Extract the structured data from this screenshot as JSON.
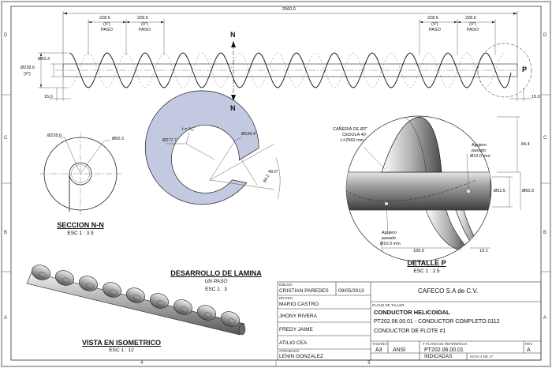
{
  "border": {
    "rows_left": [
      "D",
      "C",
      "B",
      "A"
    ],
    "rows_right": [
      "D",
      "C",
      "B",
      "A"
    ],
    "cols_bottom": [
      "4",
      "3"
    ]
  },
  "side_view": {
    "overall_length": "2560.0",
    "pitch_value": "228.6",
    "pitch_inch": "(9\")",
    "pitch_label": "PASO",
    "dia_outer": "Ø228.6",
    "dia_outer_inch": "(9\")",
    "dia_pipe": "Ø60.3",
    "end_offset_left": "15.0",
    "end_offset_right": "15.0",
    "section_mark": "N",
    "detail_mark": "P"
  },
  "section_nn": {
    "title": "SECCION N-N",
    "scale": "ESC 1 : 3.5",
    "dia_outer": "Ø228.6",
    "dia_pipe": "Ø60.3"
  },
  "flat_pattern": {
    "title": "DESARROLLO DE LAMINA",
    "subtitle": "UN PASO",
    "scale": "ESC 1 : 3",
    "thickness": "t = ³⁄₁₆\"",
    "dia_outer": "Ø277.7",
    "dia_inner": "Ø109.4",
    "gap": "84.2",
    "angle": "49.0°"
  },
  "detail_p": {
    "title": "DETALLE  P",
    "scale": "ESC 1 : 2.5",
    "pipe_note_1": "CAÑERIA DE Ø2\"",
    "pipe_note_2": "CEDULA 40",
    "pipe_note_3": "L=2560 mm",
    "hole_note_top_1": "Agujero",
    "hole_note_top_2": "pasado",
    "hole_note_top_3": "Ø10.0 mm",
    "hole_note_bot_1": "Agujero",
    "hole_note_bot_2": "pasado",
    "hole_note_bot_3": "Ø10.0 mm",
    "dim_height": "84.4",
    "dim_inner": "Ø52.5",
    "dim_outer": "Ø60.3",
    "dim_length": "105.9",
    "dim_end": "19.1"
  },
  "iso_view": {
    "title": "VISTA EN ISOMETRICO",
    "scale": "ESC 1 : 12"
  },
  "title_block": {
    "drawn_label": "DIBUJO",
    "drawn_by": "CRISTIAN PAREDES",
    "drawn_date": "09/05/2013",
    "checked_label": "REVISO",
    "checked_by": "MARIO CASTRO",
    "name_3": "JHONY RIVERA",
    "name_4": "FREDY JAIME",
    "name_5": "ATILIO CEA",
    "approved_label": "APROBADO",
    "approved_by": "LENIN GONZALEZ",
    "company": "CAFECO S.A de C.V.",
    "plan_label": "PLANO DE TALLER",
    "part_title": "CONDUCTOR HELICOIDAL",
    "desc_1": "PT202.06.00.01 - CONDUCTOR COMPLETO.0112",
    "desc_2": "CONDUCTOR DE FLOTE #1",
    "size_label": "TAMAÑO",
    "size": "A3",
    "standard": "ANSI",
    "ref_label": "# PLANO DE REFERENCIA",
    "ref": "PT202.06.00.01",
    "rev_label": "REV",
    "rev": "A",
    "scale_note": "INDICADAS",
    "sheet": "HOJA 4  DE 17"
  }
}
